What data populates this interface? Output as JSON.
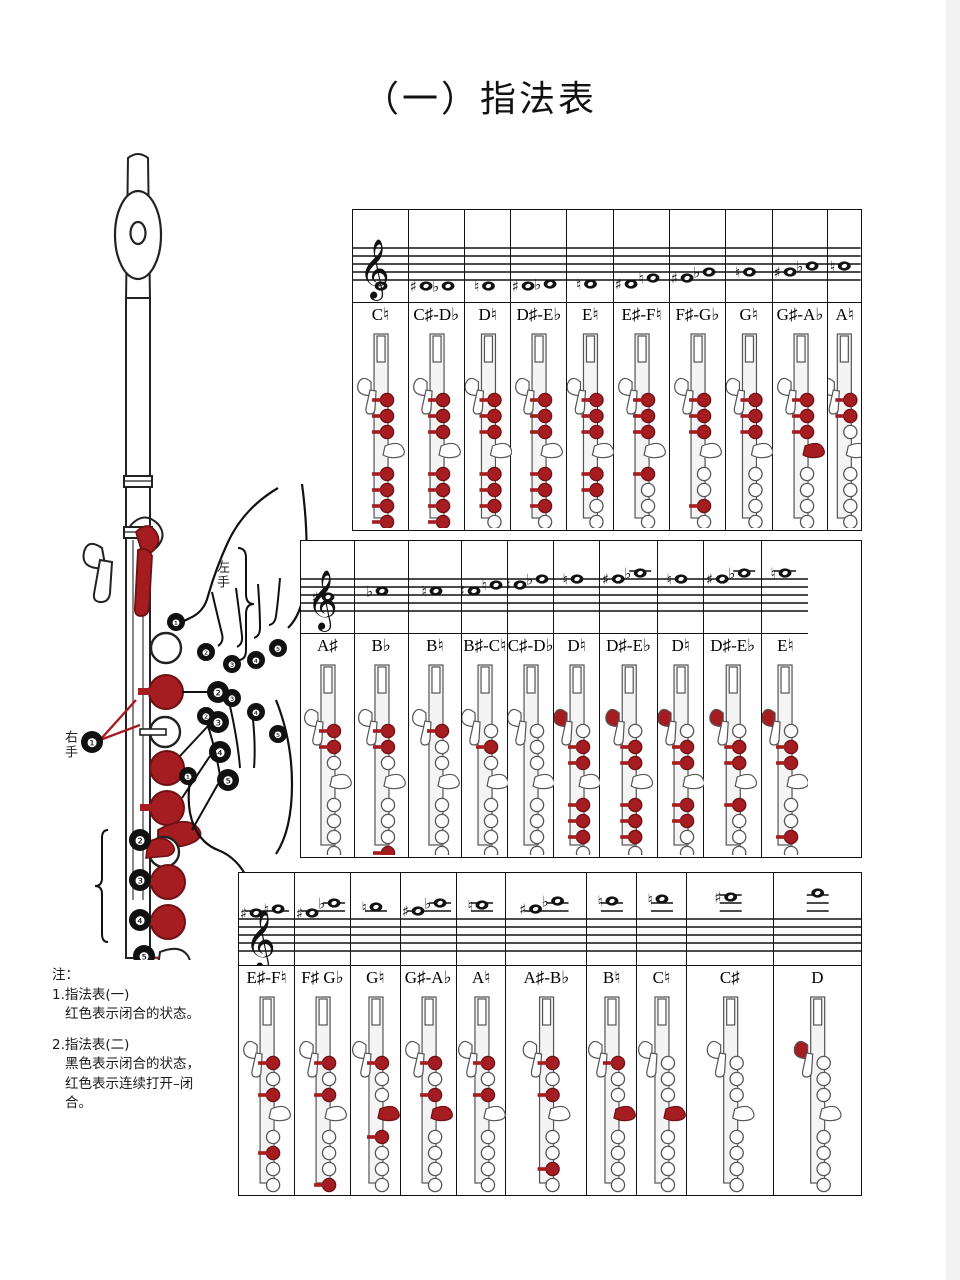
{
  "title": "（一）指法表",
  "colors": {
    "red": "#A51C21",
    "ink": "#111111",
    "key_outline": "#3a3a3a"
  },
  "illustration": {
    "left_hand_label": "左手",
    "right_hand_label": "右手",
    "left_hand_markers": [
      "1",
      "2",
      "3",
      "4",
      "5"
    ],
    "right_hand_markers": [
      "2",
      "3",
      "4",
      "5"
    ],
    "left_hand_drawing_markers": [
      "1",
      "2",
      "3",
      "4",
      "5"
    ],
    "right_hand_drawing_markers": [
      "1",
      "2",
      "3",
      "4",
      "5"
    ]
  },
  "notes": {
    "heading": "注：",
    "lines": [
      "1.指法表(一)",
      "红色表示闭合的状态。",
      "2.指法表(二)",
      "黑色表示闭合的状态，",
      "红色表示连续打开–闭",
      "合。"
    ]
  },
  "chart_data": {
    "type": "table",
    "title": "（一）指法表",
    "rows": [
      {
        "row": 1,
        "register": "low",
        "columns": [
          {
            "name": "C♮",
            "widthpct": 11.0,
            "heads": [
              {
                "acc": "",
                "oct": 0,
                "y": 86
              }
            ],
            "keys": [
              3,
              4,
              5,
              7,
              8,
              9,
              10,
              11
            ]
          },
          {
            "name": "C♯-D♭",
            "widthpct": 11.0,
            "heads": [
              {
                "acc": "♯",
                "oct": 0,
                "y": 86
              },
              {
                "acc": "♭",
                "oct": 1,
                "y": 80
              }
            ],
            "keys": [
              3,
              4,
              5,
              7,
              8,
              9,
              10
            ]
          },
          {
            "name": "D♮",
            "widthpct": 9.2,
            "heads": [
              {
                "acc": "♮",
                "oct": 1,
                "y": 80
              }
            ],
            "keys": [
              3,
              4,
              5,
              7,
              8,
              9
            ]
          },
          {
            "name": "D♯-E♭",
            "widthpct": 11.0,
            "heads": [
              {
                "acc": "♯",
                "oct": 1,
                "y": 80
              },
              {
                "acc": "♭",
                "oct": 2,
                "y": 74
              }
            ],
            "keys": [
              3,
              4,
              5,
              7,
              8,
              9,
              11
            ]
          },
          {
            "name": "E♮",
            "widthpct": 9.2,
            "heads": [
              {
                "acc": "♮",
                "oct": 2,
                "y": 74
              }
            ],
            "keys": [
              3,
              4,
              5,
              7,
              8
            ]
          },
          {
            "name": "E♯-F♮",
            "widthpct": 11.0,
            "heads": [
              {
                "acc": "♯",
                "oct": 2,
                "y": 74
              },
              {
                "acc": "♮",
                "oct": 3,
                "y": 68
              }
            ],
            "keys": [
              3,
              4,
              5,
              7
            ]
          },
          {
            "name": "F♯-G♭",
            "widthpct": 11.0,
            "heads": [
              {
                "acc": "♯",
                "oct": 3,
                "y": 68
              },
              {
                "acc": "♭",
                "oct": 4,
                "y": 62
              }
            ],
            "keys": [
              3,
              4,
              5,
              9
            ]
          },
          {
            "name": "G♮",
            "widthpct": 9.2,
            "heads": [
              {
                "acc": "♮",
                "oct": 4,
                "y": 62
              }
            ],
            "keys": [
              3,
              4,
              5
            ]
          },
          {
            "name": "G♯-A♭",
            "widthpct": 11.0,
            "heads": [
              {
                "acc": "♯",
                "oct": 4,
                "y": 62
              },
              {
                "acc": "♭",
                "oct": 5,
                "y": 56
              }
            ],
            "keys": [
              3,
              4,
              5,
              6
            ]
          },
          {
            "name": "A♮",
            "widthpct": 6.4,
            "heads": [
              {
                "acc": "♮",
                "oct": 5,
                "y": 56
              }
            ],
            "keys": [
              3,
              4
            ]
          }
        ]
      },
      {
        "row": 2,
        "register": "middle",
        "columns": [
          {
            "name": "A♯",
            "widthpct": 9.6,
            "heads": [
              {
                "acc": "♯",
                "oct": 5,
                "y": 56
              }
            ],
            "keys": [
              3,
              4,
              11
            ]
          },
          {
            "name": "B♭",
            "widthpct": 9.6,
            "heads": [
              {
                "acc": "♭",
                "oct": 6,
                "y": 50
              }
            ],
            "keys": [
              3,
              4,
              10
            ]
          },
          {
            "name": "B♮",
            "widthpct": 9.6,
            "heads": [
              {
                "acc": "♮",
                "oct": 6,
                "y": 50
              }
            ],
            "keys": [
              3
            ]
          },
          {
            "name": "B♯-C♮",
            "widthpct": 8.2,
            "heads": [
              {
                "acc": "♯",
                "oct": 6,
                "y": 50
              },
              {
                "acc": "♮",
                "oct": 7,
                "y": 44
              }
            ],
            "keys": [
              4
            ]
          },
          {
            "name": "C♯-D♭",
            "widthpct": 8.2,
            "heads": [
              {
                "acc": "♯",
                "oct": 7,
                "y": 44
              },
              {
                "acc": "♭",
                "oct": 8,
                "y": 38
              }
            ],
            "keys": []
          },
          {
            "name": "D♮",
            "widthpct": 8.2,
            "heads": [
              {
                "acc": "♮",
                "oct": 8,
                "y": 38
              }
            ],
            "keys": [
              2,
              4,
              5,
              7,
              8,
              9
            ]
          },
          {
            "name": "D♯-E♭",
            "widthpct": 10.4,
            "heads": [
              {
                "acc": "♯",
                "oct": 8,
                "y": 38
              },
              {
                "acc": "♭",
                "oct": 9,
                "y": 32
              }
            ],
            "keys": [
              2,
              4,
              5,
              7,
              8,
              9,
              11
            ]
          },
          {
            "name": "D♮",
            "widthpct": 8.2,
            "heads": [
              {
                "acc": "♮",
                "oct": 8,
                "y": 38
              }
            ],
            "keys": [
              2,
              4,
              5,
              7,
              8
            ]
          },
          {
            "name": "D♯-E♭",
            "widthpct": 10.4,
            "heads": [
              {
                "acc": "♯",
                "oct": 8,
                "y": 38
              },
              {
                "acc": "♭",
                "oct": 9,
                "y": 32
              }
            ],
            "keys": [
              2,
              4,
              5,
              7
            ]
          },
          {
            "name": "E♮",
            "widthpct": 8.2,
            "heads": [
              {
                "acc": "♮",
                "oct": 9,
                "y": 32
              }
            ],
            "keys": [
              2,
              4,
              5,
              9
            ]
          }
        ]
      },
      {
        "row": 3,
        "register": "high",
        "columns": [
          {
            "name": "E♯-F♮",
            "widthpct": 9.0,
            "heads": [
              {
                "acc": "♯",
                "oct": 9,
                "y": 40
              },
              {
                "acc": "♮",
                "oct": 10,
                "y": 36
              }
            ],
            "keys": [
              3,
              5,
              8,
              11
            ]
          },
          {
            "name": "F♯ G♭",
            "widthpct": 9.0,
            "heads": [
              {
                "acc": "♯",
                "oct": 10,
                "y": 40
              },
              {
                "acc": "♭",
                "oct": 11,
                "y": 30
              }
            ],
            "keys": [
              3,
              5,
              10,
              11
            ]
          },
          {
            "name": "G♮",
            "widthpct": 8.0,
            "heads": [
              {
                "acc": "♮",
                "oct": 11,
                "y": 34
              }
            ],
            "keys": [
              3,
              6,
              7,
              11
            ]
          },
          {
            "name": "G♯-A♭",
            "widthpct": 9.0,
            "heads": [
              {
                "acc": "♯",
                "oct": 11,
                "y": 38
              },
              {
                "acc": "♭",
                "oct": 12,
                "y": 30
              }
            ],
            "keys": [
              3,
              5,
              6,
              11
            ]
          },
          {
            "name": "A♮",
            "widthpct": 8.0,
            "heads": [
              {
                "acc": "♮",
                "oct": 12,
                "y": 32
              }
            ],
            "keys": [
              3,
              5,
              11
            ]
          },
          {
            "name": "A♯-B♭",
            "widthpct": 13.0,
            "heads": [
              {
                "acc": "♯",
                "oct": 12,
                "y": 36
              },
              {
                "acc": "♭",
                "oct": 13,
                "y": 28
              }
            ],
            "keys": [
              3,
              5,
              9,
              11
            ]
          },
          {
            "name": "B♮",
            "widthpct": 8.0,
            "heads": [
              {
                "acc": "♮",
                "oct": 13,
                "y": 28
              }
            ],
            "keys": [
              3,
              6,
              11
            ]
          },
          {
            "name": "C♮",
            "widthpct": 8.0,
            "heads": [
              {
                "acc": "♮",
                "oct": 14,
                "y": 26
              }
            ],
            "keys": [
              6,
              11
            ]
          },
          {
            "name": "C♯",
            "widthpct": 14.0,
            "heads": [
              {
                "acc": "♯",
                "oct": 15,
                "y": 24
              }
            ],
            "keys": [
              11
            ]
          },
          {
            "name": "D",
            "widthpct": 14.0,
            "heads": [
              {
                "acc": "",
                "oct": 16,
                "y": 20
              }
            ],
            "keys": [
              2,
              11
            ]
          }
        ]
      }
    ]
  }
}
